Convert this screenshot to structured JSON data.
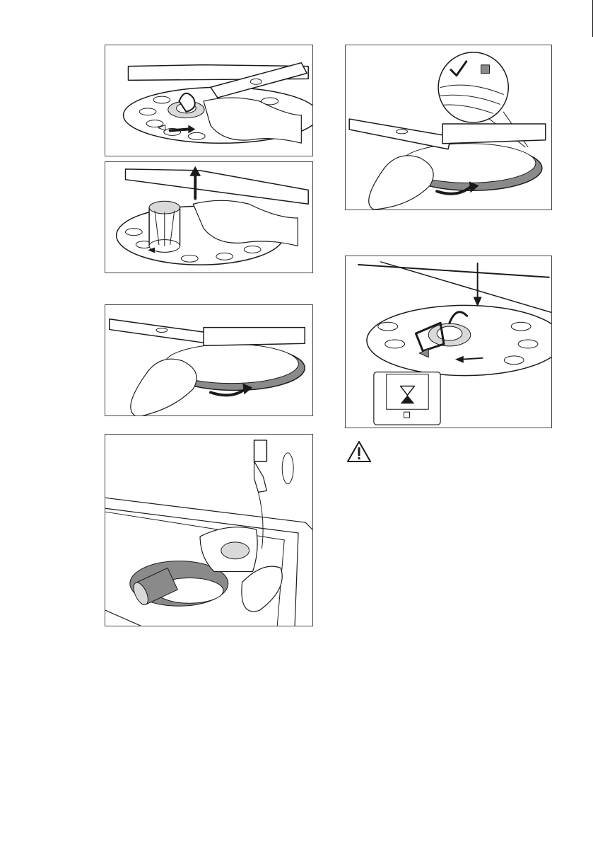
{
  "figures": [
    {
      "id": "fig-1",
      "icon": "filter-unlock-rotate-illustration"
    },
    {
      "id": "fig-2",
      "icon": "filter-lift-out-illustration"
    },
    {
      "id": "fig-3",
      "icon": "flat-filter-remove-illustration"
    },
    {
      "id": "fig-4",
      "icon": "filter-rinse-tap-illustration"
    },
    {
      "id": "fig-5",
      "icon": "flat-filter-install-check-illustration"
    },
    {
      "id": "fig-6",
      "icon": "filter-lock-rotate-illustration"
    }
  ],
  "warning": {
    "icon": "warning-triangle-icon"
  },
  "colors": {
    "line": "#1a1a1a",
    "panel_border": "#4a4a4a",
    "shade": "#d9d9d9",
    "dark_shade": "#8a8a8a"
  }
}
